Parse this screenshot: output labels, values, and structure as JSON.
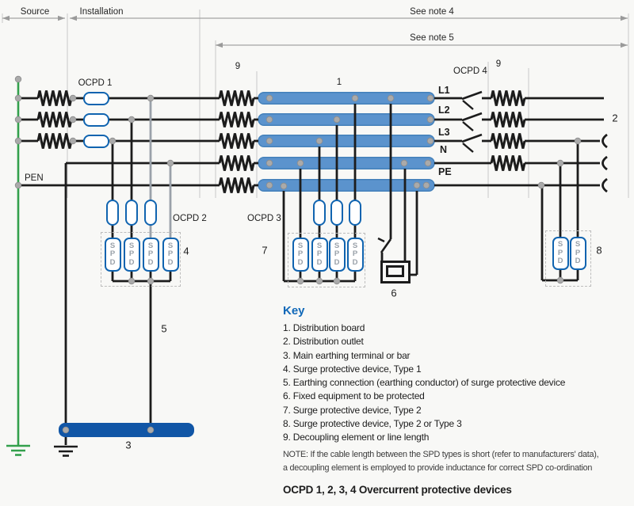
{
  "diagram": {
    "dimensions": {
      "source": "Source",
      "installation": "Installation",
      "note4": "See note 4",
      "note5": "See note 5"
    },
    "markers": {
      "decoupling_left": "9",
      "decoupling_right": "9",
      "board": "1",
      "outlet": "2",
      "main_earthing_bar": "3",
      "spd_type1_group": "4",
      "earthing_conductor": "5",
      "fixed_equipment": "6",
      "spd_type2_group": "7",
      "spd_type2_or_3_group": "8"
    },
    "devices": {
      "ocpd1": "OCPD 1",
      "ocpd2": "OCPD 2",
      "ocpd3": "OCPD 3",
      "ocpd4": "OCPD 4",
      "spd": "SPD"
    },
    "conductors": {
      "pen": "PEN",
      "lines": [
        "L1",
        "L2",
        "L3",
        "N",
        "PE"
      ]
    }
  },
  "key": {
    "title": "Key",
    "items": [
      "1. Distribution board",
      "2. Distribution outlet",
      "3. Main earthing terminal or bar",
      "4. Surge protective device, Type 1",
      "5. Earthing connection (earthing conductor) of surge protective device",
      "6. Fixed equipment to be protected",
      "7. Surge protective device, Type 2",
      "8. Surge protective device, Type 2 or Type 3",
      "9. Decoupling element or line length"
    ]
  },
  "note": {
    "line1": "NOTE: If the cable length between the SPD types is short (refer to manufacturers' data),",
    "line2": "a decoupling element is employed to provide inductance for correct SPD co-ordination"
  },
  "footer": "OCPD 1, 2, 3, 4 Overcurrent protective devices",
  "colors": {
    "busbar": "#5b93cd",
    "busbar_border": "#4380ba",
    "earth_bar": "#1156a6",
    "device_border": "#1064b0",
    "line": "#1c1c1c",
    "earth_green": "#33a04c",
    "key_title": "#1068b8",
    "junction_dot": "#aaaaaa"
  }
}
